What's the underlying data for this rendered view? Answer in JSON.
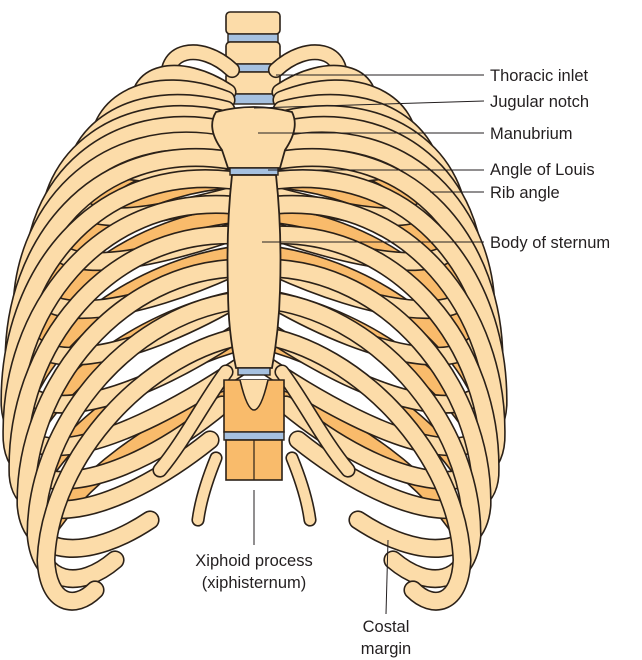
{
  "labels": {
    "thoracic_inlet": "Thoracic inlet",
    "jugular_notch": "Jugular notch",
    "manubrium": "Manubrium",
    "angle_of_louis": "Angle of Louis",
    "rib_angle": "Rib angle",
    "body_of_sternum": "Body of sternum",
    "xiphoid_line1": "Xiphoid process",
    "xiphoid_line2": "(xiphisternum)",
    "costal_line1": "Costal",
    "costal_line2": "margin"
  },
  "colors": {
    "bone": "#fcdca9",
    "bone_shadow": "#f9bb6b",
    "outline": "#2b2118",
    "cartilage": "#a6c1e0",
    "line": "#231f20"
  }
}
